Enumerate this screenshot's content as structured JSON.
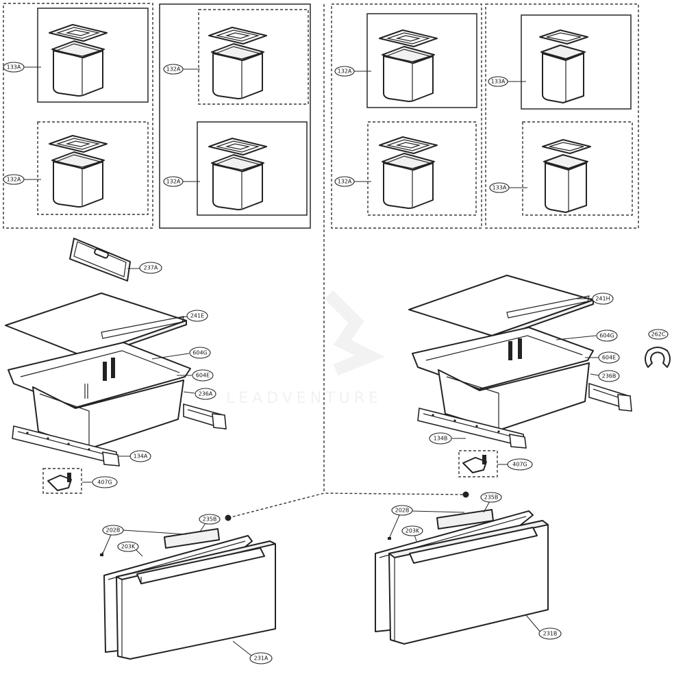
{
  "callouts": [
    {
      "key": "c1",
      "label": "133A"
    },
    {
      "key": "c2",
      "label": "132A"
    },
    {
      "key": "c3",
      "label": "132A"
    },
    {
      "key": "c4",
      "label": "132A"
    },
    {
      "key": "c5",
      "label": "132A"
    },
    {
      "key": "c6",
      "label": "133A"
    },
    {
      "key": "c7",
      "label": "132A"
    },
    {
      "key": "c8",
      "label": "133A"
    },
    {
      "key": "c9",
      "label": "237A"
    },
    {
      "key": "c10",
      "label": "241E"
    },
    {
      "key": "c11",
      "label": "604G"
    },
    {
      "key": "c12",
      "label": "604E"
    },
    {
      "key": "c13",
      "label": "236A"
    },
    {
      "key": "c14",
      "label": "134A"
    },
    {
      "key": "c15",
      "label": "407G"
    },
    {
      "key": "c16",
      "label": "241H"
    },
    {
      "key": "c17",
      "label": "604G"
    },
    {
      "key": "c18",
      "label": "604E"
    },
    {
      "key": "c19",
      "label": "236B"
    },
    {
      "key": "c20",
      "label": "262C"
    },
    {
      "key": "c21",
      "label": "134B"
    },
    {
      "key": "c22",
      "label": "407G"
    },
    {
      "key": "c23",
      "label": "202B"
    },
    {
      "key": "c24",
      "label": "235B"
    },
    {
      "key": "c25",
      "label": "203K"
    },
    {
      "key": "c26",
      "label": "231A"
    },
    {
      "key": "c27",
      "label": "202B"
    },
    {
      "key": "c28",
      "label": "235B"
    },
    {
      "key": "c29",
      "label": "203K"
    },
    {
      "key": "c30",
      "label": "231B"
    }
  ],
  "watermark": "LEADVENTURE",
  "colors": {
    "line": "#222222",
    "background": "#ffffff"
  }
}
